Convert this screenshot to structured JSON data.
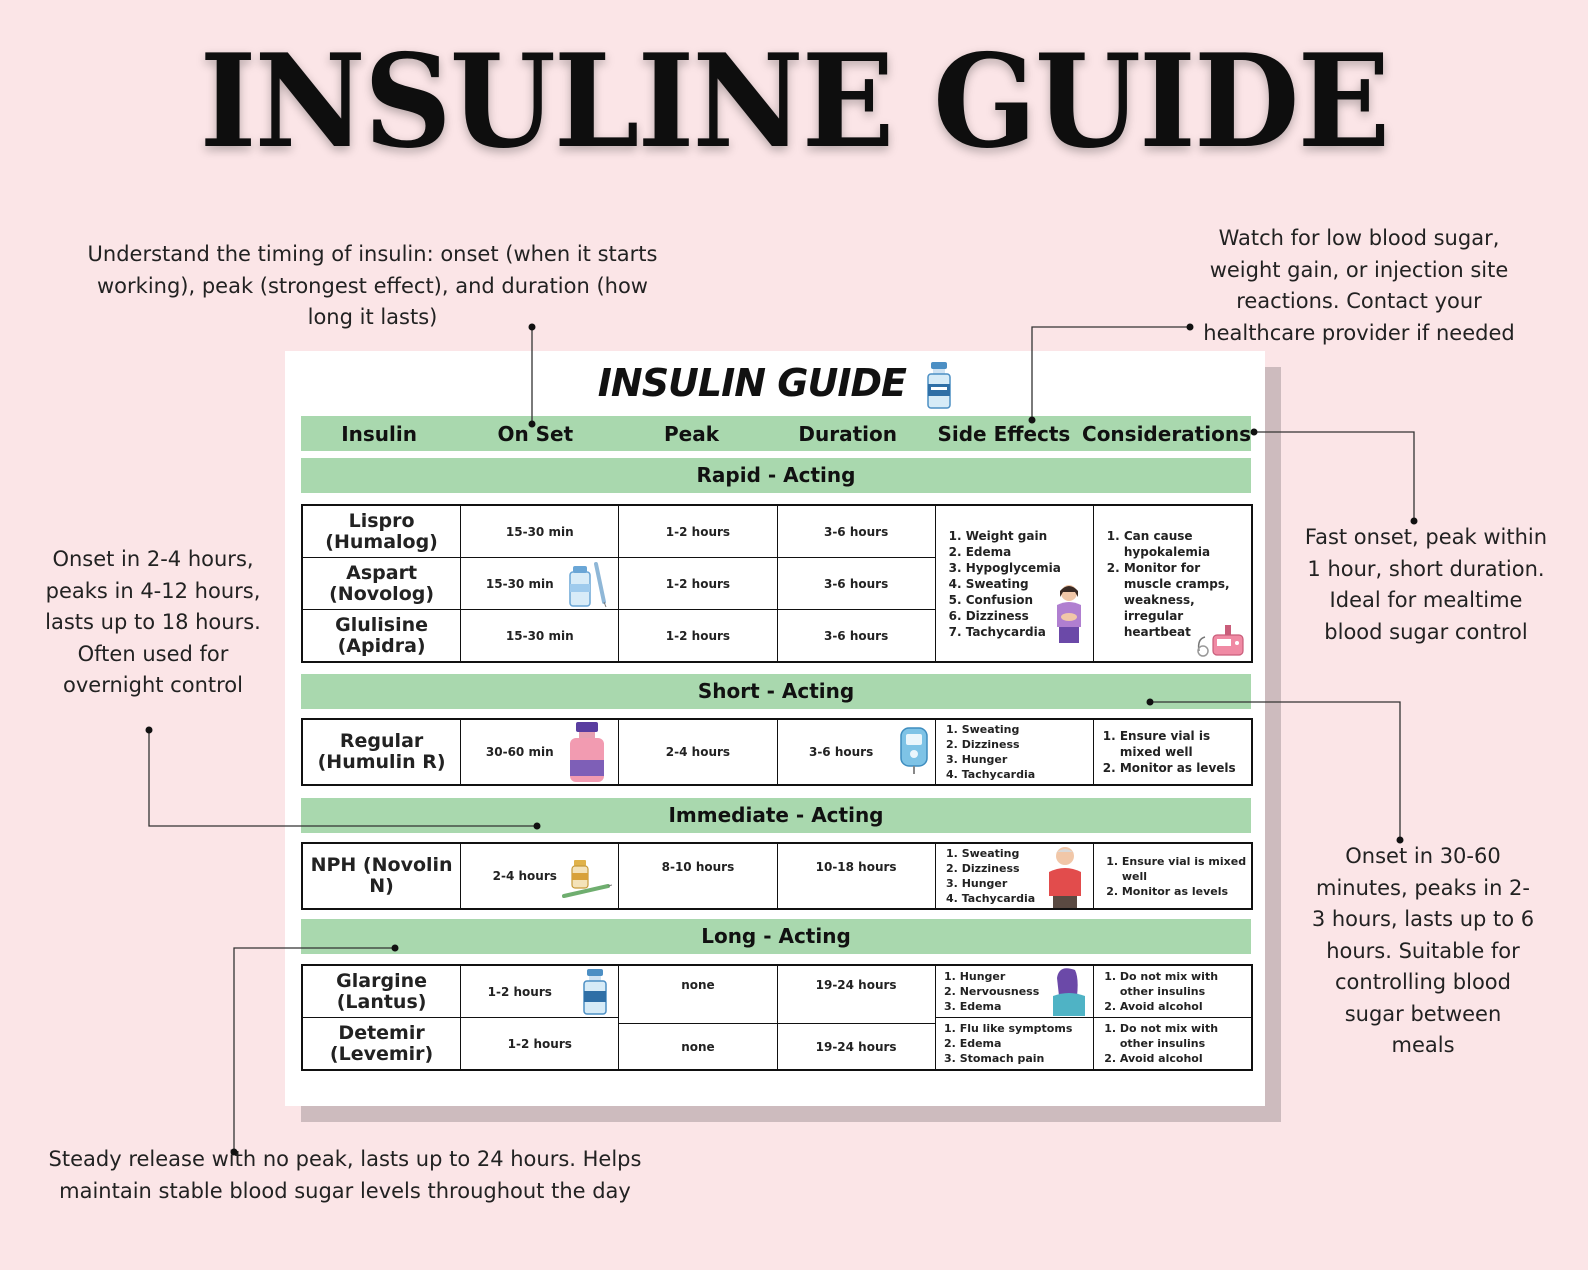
{
  "title": "INSULINE GUIDE",
  "annotations": {
    "timing": "Understand the timing of insulin: onset (when it starts working), peak (strongest effect), and duration (how long it lasts)",
    "side_effects": "Watch for low blood sugar, weight gain, or injection site reactions. Contact your healthcare provider if needed",
    "intermediate": "Onset in 2-4 hours, peaks in 4-12 hours, lasts up to 18 hours. Often used for overnight control",
    "rapid": "Fast onset, peak within 1 hour, short duration. Ideal for mealtime blood sugar control",
    "short": "Onset in 30-60 minutes, peaks in 2-3 hours, lasts up to 6 hours. Suitable for controlling blood sugar between meals",
    "long": "Steady release with no peak, lasts up to 24 hours. Helps maintain stable blood sugar levels throughout the day"
  },
  "card": {
    "title": "INSULIN GUIDE",
    "columns": [
      "Insulin",
      "On Set",
      "Peak",
      "Duration",
      "Side Effects",
      "Considerations"
    ],
    "sections": [
      {
        "label": "Rapid - Acting",
        "insulins": [
          {
            "name": "Lispro (Humalog)",
            "onset": "15-30 min",
            "peak": "1-2 hours",
            "duration": "3-6 hours"
          },
          {
            "name": "Aspart (Novolog)",
            "onset": "15-30 min",
            "peak": "1-2 hours",
            "duration": "3-6 hours"
          },
          {
            "name": "Glulisine (Apidra)",
            "onset": "15-30 min",
            "peak": "1-2 hours",
            "duration": "3-6 hours"
          }
        ],
        "side_effects": [
          "Weight gain",
          "Edema",
          "Hypoglycemia",
          "Sweating",
          "Confusion",
          "Dizziness",
          "Tachycardia"
        ],
        "considerations": [
          "Can cause hypokalemia",
          "Monitor for muscle cramps, weakness, irregular heartbeat"
        ]
      },
      {
        "label": "Short - Acting",
        "insulins": [
          {
            "name": "Regular (Humulin R)",
            "onset": "30-60 min",
            "peak": "2-4 hours",
            "duration": "3-6 hours"
          }
        ],
        "side_effects": [
          "Sweating",
          "Dizziness",
          "Hunger",
          "Tachycardia"
        ],
        "considerations": [
          "Ensure vial is mixed well",
          "Monitor as levels"
        ]
      },
      {
        "label": "Immediate - Acting",
        "insulins": [
          {
            "name": "NPH (Novolin N)",
            "onset": "2-4 hours",
            "peak": "8-10 hours",
            "duration": "10-18 hours"
          }
        ],
        "side_effects": [
          "Sweating",
          "Dizziness",
          "Hunger",
          "Tachycardia"
        ],
        "considerations": [
          "Ensure vial is mixed well",
          "Monitor as levels"
        ]
      },
      {
        "label": "Long - Acting",
        "insulins": [
          {
            "name": "Glargine (Lantus)",
            "onset": "1-2 hours",
            "peak": "none",
            "duration": "19-24 hours",
            "side_effects": [
              "Hunger",
              "Nervousness",
              "Edema"
            ],
            "considerations": [
              "Do not mix with other insulins",
              "Avoid alcohol"
            ]
          },
          {
            "name": "Detemir (Levemir)",
            "onset": "1-2 hours",
            "peak": "none",
            "duration": "19-24 hours",
            "side_effects": [
              "Flu like symptoms",
              "Edema",
              "Stomach pain"
            ],
            "considerations": [
              "Do not mix with other insulins",
              "Avoid alcohol"
            ]
          }
        ]
      }
    ]
  },
  "colors": {
    "background": "#fbe5e7",
    "band_green": "#a9d8ae",
    "card": "#ffffff",
    "ink": "#1b1b1b"
  },
  "icons": [
    "insulin-vial-icon",
    "glucose-meter-icon",
    "insulin-pen-icon",
    "insulin-pump-icon",
    "person-illustration"
  ]
}
